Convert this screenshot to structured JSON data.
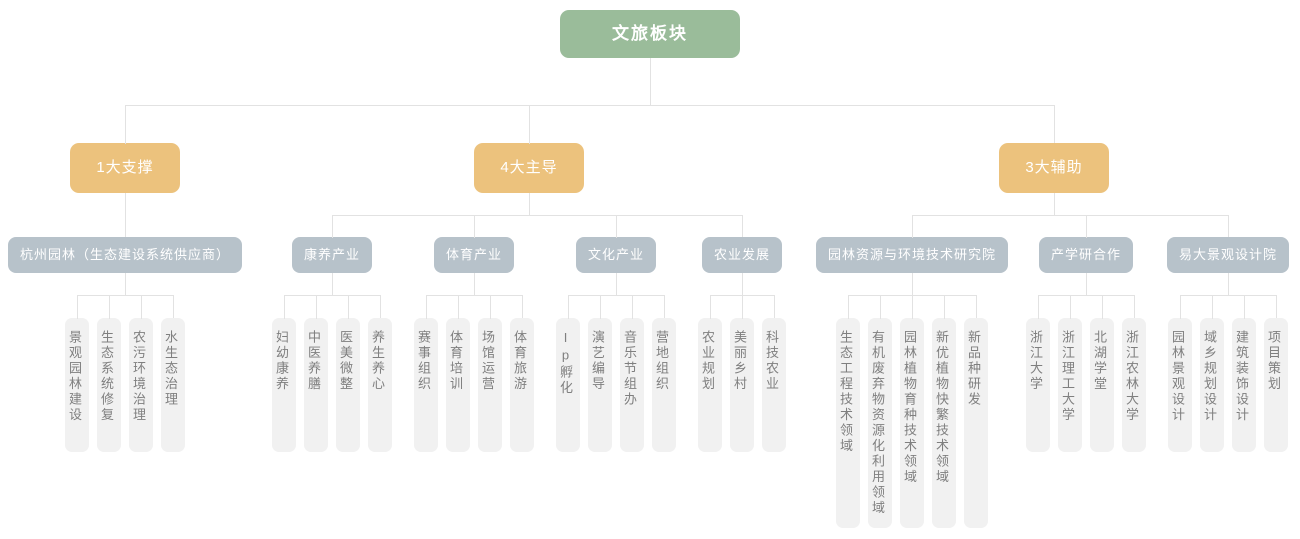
{
  "root": {
    "label": "文旅板块"
  },
  "branches": [
    {
      "label": "1大支撑",
      "children": [
        {
          "label": "杭州园林（生态建设系统供应商）",
          "leaves": [
            "景观园林建设",
            "生态系统修复",
            "农污环境治理",
            "水生态治理"
          ]
        }
      ]
    },
    {
      "label": "4大主导",
      "children": [
        {
          "label": "康养产业",
          "leaves": [
            "妇幼康养",
            "中医养膳",
            "医美微整",
            "养生养心"
          ]
        },
        {
          "label": "体育产业",
          "leaves": [
            "赛事组织",
            "体育培训",
            "场馆运营",
            "体育旅游"
          ]
        },
        {
          "label": "文化产业",
          "leaves": [
            "Ip孵化",
            "演艺编导",
            "音乐节组办",
            "营地组织"
          ]
        },
        {
          "label": "农业发展",
          "leaves": [
            "农业规划",
            "美丽乡村",
            "科技农业"
          ]
        }
      ]
    },
    {
      "label": "3大辅助",
      "children": [
        {
          "label": "园林资源与环境技术研究院",
          "leaves": [
            "生态工程技术领域",
            "有机废弃物资源化利用领域",
            "园林植物育种技术领域",
            "新优植物快繁技术领域",
            "新品种研发"
          ]
        },
        {
          "label": "产学研合作",
          "leaves": [
            "浙江大学",
            "浙江理工大学",
            "北湖学堂",
            "浙江农林大学"
          ]
        },
        {
          "label": "易大景观设计院",
          "leaves": [
            "园林景观设计",
            "域乡规划设计",
            "建筑装饰设计",
            "项目策划"
          ]
        }
      ]
    }
  ],
  "colors": {
    "root_bg": "#9abc9a",
    "branch_bg": "#ecc27d",
    "category_bg": "#b7c2ca",
    "leaf_bg": "#f1f1f1",
    "leaf_text": "#7f7f7f",
    "connector_line": "#e2e2e2",
    "node_text": "#ffffff"
  }
}
